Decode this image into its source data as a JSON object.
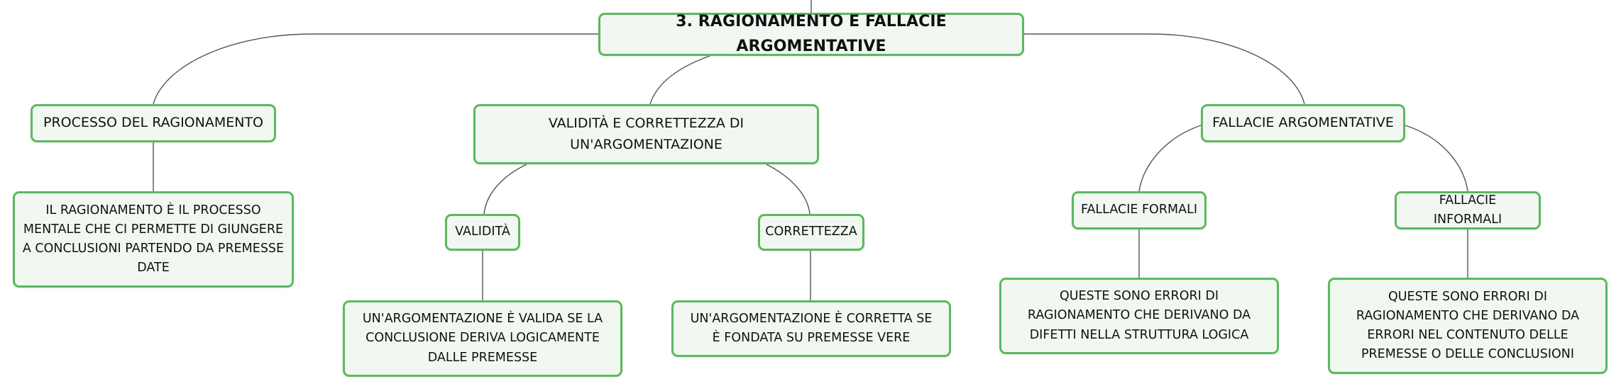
{
  "mindmap": {
    "root": {
      "label": "3. RAGIONAMENTO E FALLACIE ARGOMENTATIVE"
    },
    "branches": [
      {
        "label": "PROCESSO DEL RAGIONAMENTO",
        "description": "IL RAGIONAMENTO È IL PROCESSO MENTALE CHE CI PERMETTE DI GIUNGERE A CONCLUSIONI PARTENDO DA PREMESSE DATE"
      },
      {
        "label": "VALIDITÀ E CORRETTEZZA DI UN'ARGOMENTAZIONE",
        "children": [
          {
            "label": "VALIDITÀ",
            "description": "UN'ARGOMENTAZIONE È VALIDA SE LA CONCLUSIONE DERIVA LOGICAMENTE DALLE PREMESSE"
          },
          {
            "label": "CORRETTEZZA",
            "description": "UN'ARGOMENTAZIONE È CORRETTA SE È FONDATA SU PREMESSE VERE"
          }
        ]
      },
      {
        "label": "FALLACIE ARGOMENTATIVE",
        "children": [
          {
            "label": "FALLACIE FORMALI",
            "description": "QUESTE SONO ERRORI DI RAGIONAMENTO CHE DERIVANO DA DIFETTI NELLA STRUTTURA LOGICA"
          },
          {
            "label": "FALLACIE INFORMALI",
            "description": "QUESTE SONO ERRORI DI RAGIONAMENTO CHE DERIVANO DA ERRORI NEL CONTENUTO DELLE PREMESSE O DELLE CONCLUSIONI"
          }
        ]
      }
    ]
  }
}
